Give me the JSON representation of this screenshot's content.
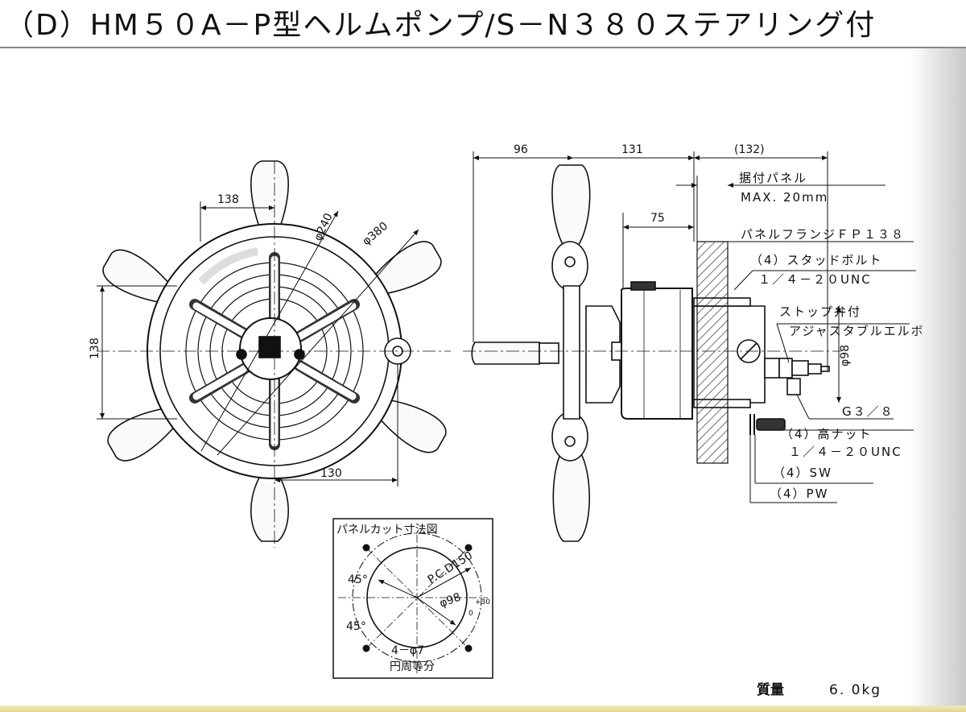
{
  "title": "（D）HM５０A－P型ヘルムポンプ/S－N３８０ステアリング付",
  "front_view": {
    "dim_138_top": "138",
    "dim_138_left": "138",
    "dim_130": "130",
    "dim_phi240": "φ240",
    "dim_phi380": "φ380"
  },
  "side_view": {
    "dim_96": "96",
    "dim_131": "131",
    "dim_132": "(132)",
    "dim_75": "75",
    "dim_phi98": "φ98",
    "label_panel": "据付パネル",
    "label_max": "MAX. 20mm",
    "label_flange": "パネルフランジＦＰ１３８",
    "label_stud": "（4）スタッドボルト",
    "label_stud_spec": "１／４－２０UNC",
    "label_stop": "ストップ弁付",
    "label_elbow": "アジャスタブルエルボ",
    "label_g38": "G３／８",
    "label_nut": "（4）高ナット",
    "label_nut_spec": "１／４－２０UNC",
    "label_sw": "（4）SW",
    "label_pw": "（4）PW"
  },
  "panel_cut": {
    "title": "パネルカット寸法図",
    "pcd": "P.C.D150",
    "phi98": "φ98",
    "tol_upper": "+30",
    "tol_lower": "0",
    "angle_top": "45°",
    "angle_bottom": "45°",
    "holes": "4－φ7",
    "holes_note": "円周等分"
  },
  "mass_label": "質量",
  "mass_value": "6. 0kg"
}
